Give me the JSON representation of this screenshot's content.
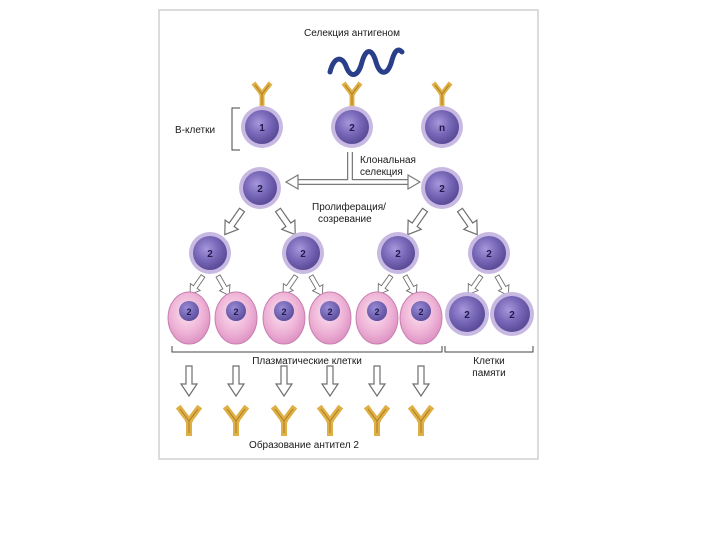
{
  "labels": {
    "antigen_selection": "Селекция антигеном",
    "b_cells": "В-клетки",
    "clonal_line1": "Клональная",
    "clonal_line2": "селекция",
    "prolif_line1": "Пролиферация/",
    "prolif_line2": "созревание",
    "plasma_cells": "Плазматические клетки",
    "memory_line1": "Клетки",
    "memory_line2": "памяти",
    "antibody_formation": "Образование антител 2"
  },
  "cells": {
    "b_cell_labels": [
      "1",
      "2",
      "n"
    ],
    "clone_label": "2"
  },
  "colors": {
    "cell_fill": "#7868b8",
    "cell_ring": "#b4a2d6",
    "plasma_fill": "#e9a7cf",
    "plasma_nucleus": "#6f5fb0",
    "antibody": "#e0b048",
    "antigen": "#2a3f8a",
    "arrow_stroke": "#7a7a7a"
  }
}
